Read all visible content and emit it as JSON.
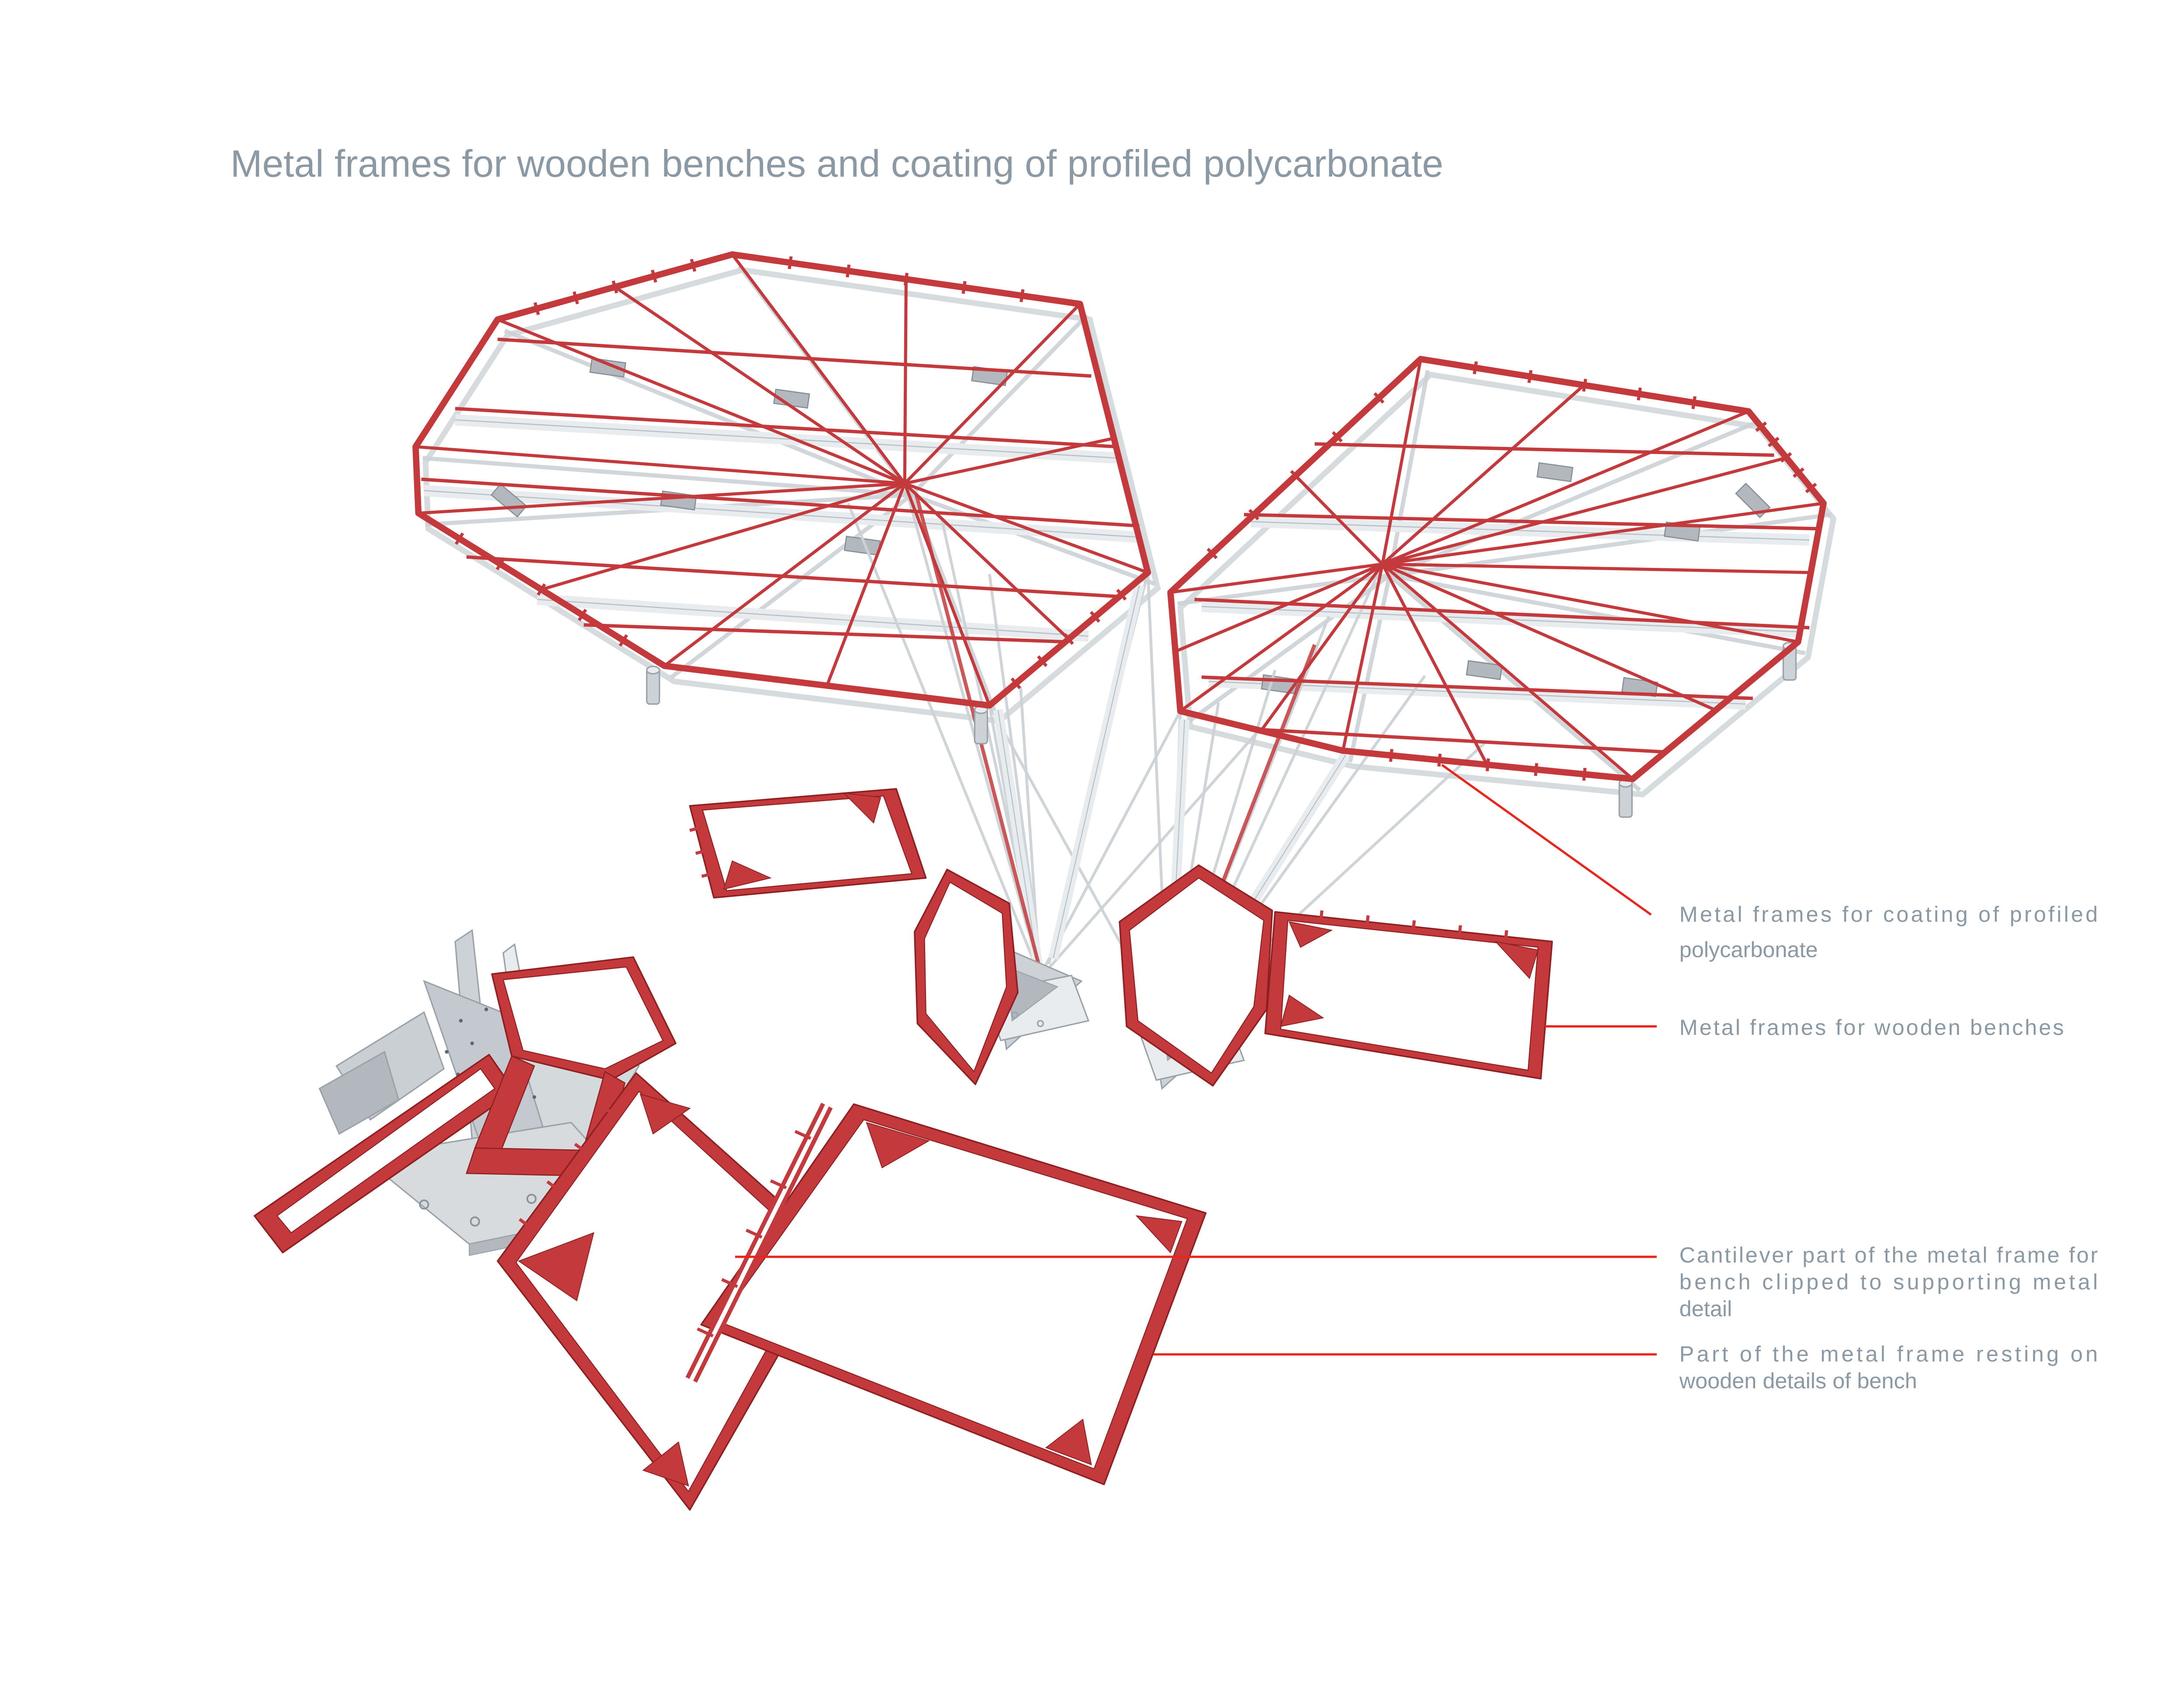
{
  "title": "Metal frames for wooden benches and coating of profiled polycarbonate",
  "annotations": [
    {
      "id": "coating",
      "lines": [
        "Metal frames for coating of profiled",
        "polycarbonate"
      ]
    },
    {
      "id": "benches",
      "lines": [
        "Metal frames for wooden benches"
      ]
    },
    {
      "id": "cantilever",
      "lines": [
        "Cantilever part of the metal frame for",
        "bench clipped to supporting metal",
        "detail"
      ]
    },
    {
      "id": "resting",
      "lines": [
        "Part of the metal frame resting on",
        "wooden details of bench"
      ]
    }
  ],
  "colors": {
    "annotation_text": "#8a99a4",
    "leader_red": "#e8261c",
    "frame_red": "#c43a3c",
    "frame_red_dark": "#8f2022",
    "steel_light": "#e9ecee",
    "steel_mid": "#ccd2d6",
    "steel_dark": "#b2b8be",
    "steel_line": "#9aa3aa",
    "background": "#ffffff"
  }
}
